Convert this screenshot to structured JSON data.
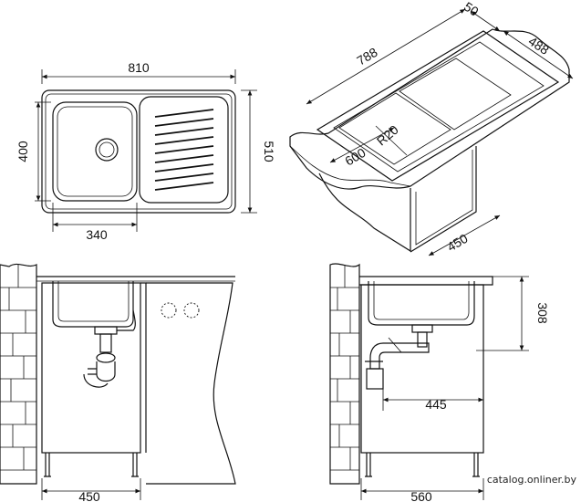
{
  "plan_view": {
    "width_label": "810",
    "height_label": "510",
    "bowl_depth_label": "400",
    "bowl_width_label": "340"
  },
  "iso_view": {
    "length_label": "788",
    "rim_label": "50",
    "depth_label": "488",
    "radius_label": "R20",
    "bowl_label": "600",
    "cabinet_label": "450"
  },
  "front_view": {
    "cabinet_label": "450"
  },
  "side_view": {
    "height_label": "308",
    "drain_label": "445",
    "cabinet_label": "560"
  },
  "watermark": "catalog.onliner.by"
}
